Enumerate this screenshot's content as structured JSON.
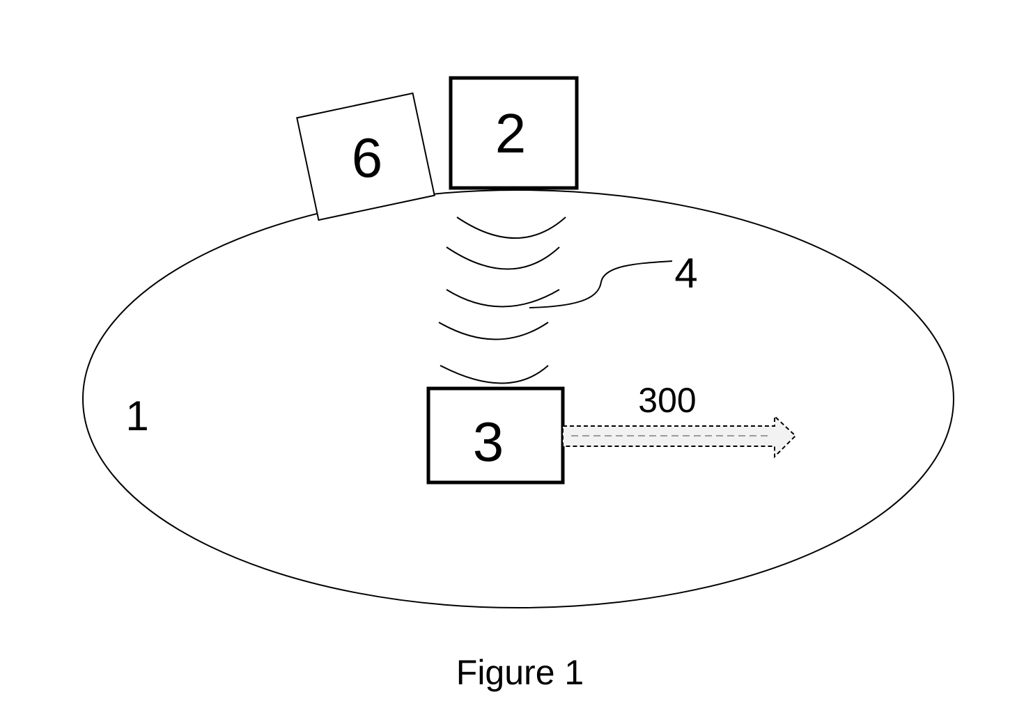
{
  "figure": {
    "caption": "Figure 1",
    "labels": {
      "body": "1",
      "top_box": "2",
      "inner_box": "3",
      "waves": "4",
      "tilted_box": "6",
      "arrow": "300"
    }
  }
}
